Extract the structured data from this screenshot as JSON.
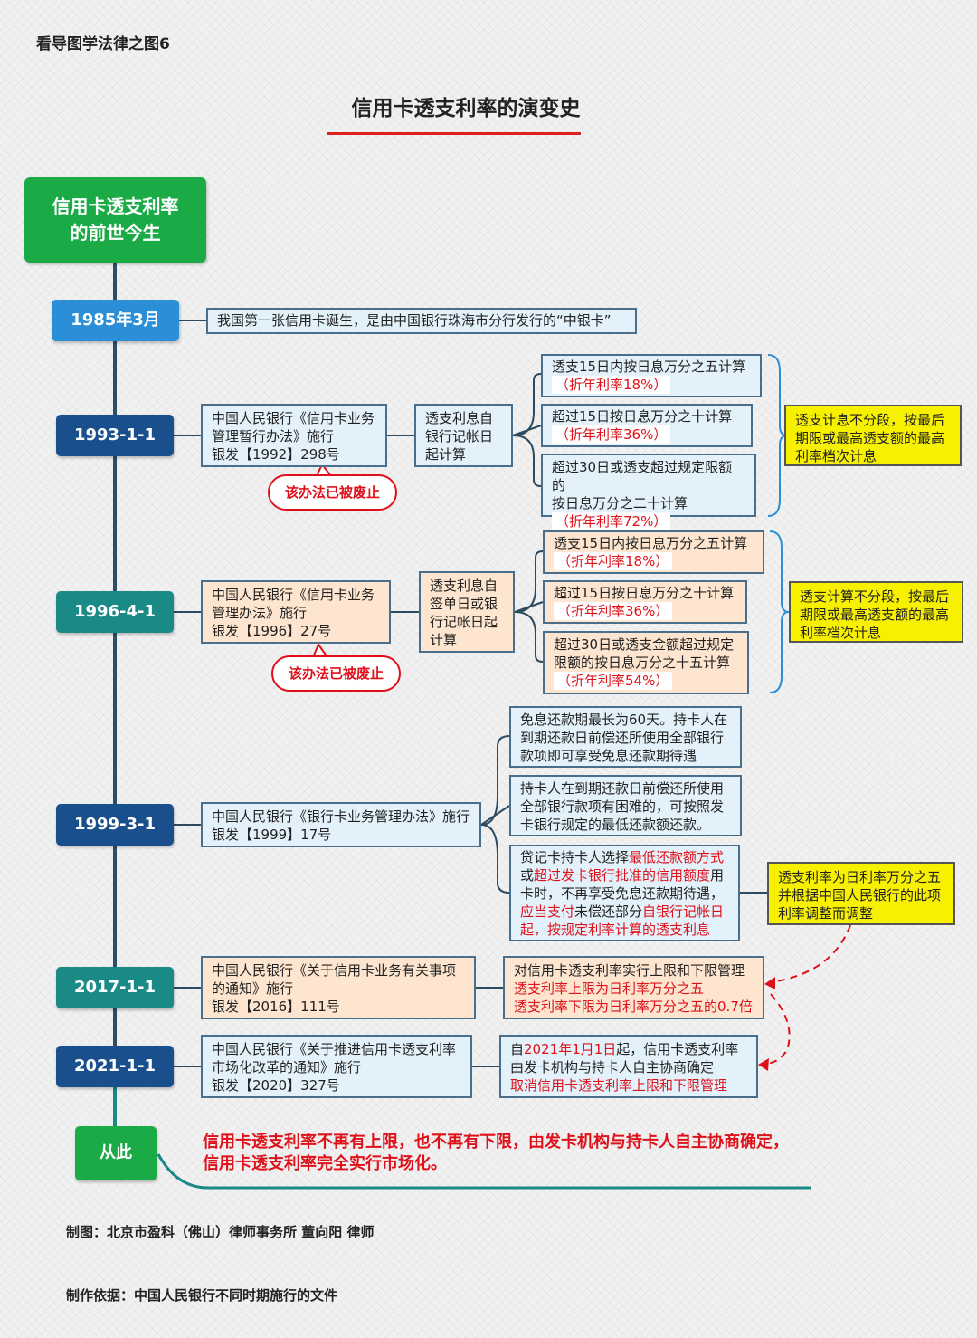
{
  "series_label": "看导图学法律之图6",
  "title": "信用卡透支利率的演变史",
  "root": {
    "line1": "信用卡透支利率",
    "line2": "的前世今生"
  },
  "milestones": {
    "m1985": {
      "date": "1985年3月",
      "text": "我国第一张信用卡诞生，是由中国银行珠海市分行发行的“中银卡”"
    },
    "m1993": {
      "date": "1993-1-1",
      "doc": {
        "line1": "中国人民银行《信用卡业务",
        "line2": "管理暂行办法》施行",
        "line3": "银发【1992】298号"
      },
      "abolished": "该办法已被废止",
      "basis": {
        "line1": "透支利息自",
        "line2": "银行记帐日",
        "line3": "起计算"
      },
      "rules": [
        {
          "text": "透支15日内按日息万分之五计算",
          "rate": "（折年利率18%）"
        },
        {
          "text": "超过15日按日息万分之十计算",
          "rate": "（折年利率36%）"
        },
        {
          "line1": "超过30日或透支超过规定限额的",
          "line2": "按日息万分之二十计算",
          "rate": "（折年利率72%）"
        }
      ],
      "note": {
        "line1": "透支计息不分段，按最后",
        "line2": "期限或最高透支额的最高",
        "line3": "利率档次计息"
      }
    },
    "m1996": {
      "date": "1996-4-1",
      "doc": {
        "line1": "中国人民银行《信用卡业务",
        "line2": "管理办法》施行",
        "line3": "银发【1996】27号"
      },
      "abolished": "该办法已被废止",
      "basis": {
        "line1": "透支利息自",
        "line2": "签单日或银",
        "line3": "行记帐日起",
        "line4": "计算"
      },
      "rules": [
        {
          "text": "透支15日内按日息万分之五计算",
          "rate": "（折年利率18%）"
        },
        {
          "text": "超过15日按日息万分之十计算",
          "rate": "（折年利率36%）"
        },
        {
          "line1": "超过30日或透支金额超过规定",
          "line2": "限额的按日息万分之十五计算",
          "rate": "（折年利率54%）"
        }
      ],
      "note": {
        "line1": "透支计算不分段，按最后",
        "line2": "期限或最高透支额的最高",
        "line3": "利率档次计息"
      }
    },
    "m1999": {
      "date": "1999-3-1",
      "doc": {
        "line1": "中国人民银行《银行卡业务管理办法》施行",
        "line2": "银发【1999】17号"
      },
      "rules": [
        {
          "line1": "免息还款期最长为60天。持卡人在",
          "line2": "到期还款日前偿还所使用全部银行",
          "line3": "款项即可享受免息还款期待遇"
        },
        {
          "line1": "持卡人在到期还款日前偿还所使用",
          "line2": "全部银行款项有困难的，可按照发",
          "line3": "卡银行规定的最低还款额还款。"
        },
        {
          "p1": "贷记卡持卡人选择",
          "p1r": "最低还款额方式",
          "p2": "或",
          "p2r": "超过发卡银行批准的信用额度",
          "p2b": "用",
          "p3": "卡时，不再享受免息还款期待遇，",
          "p4r": "应当支付",
          "p4": "未偿还部分",
          "p4r2": "自银行记帐日",
          "p5r": "起，按规定利率计算的透支利息"
        }
      ],
      "note": {
        "line1": "透支利率为日利率万分之五",
        "line2": "并根据中国人民银行的此项",
        "line3": "利率调整而调整"
      }
    },
    "m2017": {
      "date": "2017-1-1",
      "doc": {
        "line1": "中国人民银行《关于信用卡业务有关事项",
        "line2": "的通知》施行",
        "line3": "银发【2016】111号"
      },
      "rule": {
        "line1": "对信用卡透支利率实行上限和下限管理",
        "line2": "透支利率上限为日利率万分之五",
        "line3": "透支利率下限为日利率万分之五的0.7倍"
      }
    },
    "m2021": {
      "date": "2021-1-1",
      "doc": {
        "line1": "中国人民银行《关于推进信用卡透支利率",
        "line2": "市场化改革的通知》施行",
        "line3": "银发【2020】327号"
      },
      "rule": {
        "l1a": "自",
        "l1r": "2021年1月1日",
        "l1b": "起，信用卡透支利率",
        "line2": "由发卡机构与持卡人自主协商确定",
        "line3": "取消信用卡透支利率上限和下限管理"
      }
    }
  },
  "final": {
    "label": "从此",
    "line1": "信用卡透支利率不再有上限，也不再有下限，由发卡机构与持卡人自主协商确定，",
    "line2": "信用卡透支利率完全实行市场化。"
  },
  "credits": {
    "maker": "制图：北京市盈科（佛山）律师事务所  董向阳 律师",
    "basis": "制作依据：中国人民银行不同时期施行的文件"
  },
  "colors": {
    "green": "#1aaa46",
    "blue_light": "#2b8fd8",
    "blue_dark": "#1a4f8e",
    "teal": "#1a8a86",
    "red": "#e0101a",
    "yellow": "#f7f100"
  }
}
